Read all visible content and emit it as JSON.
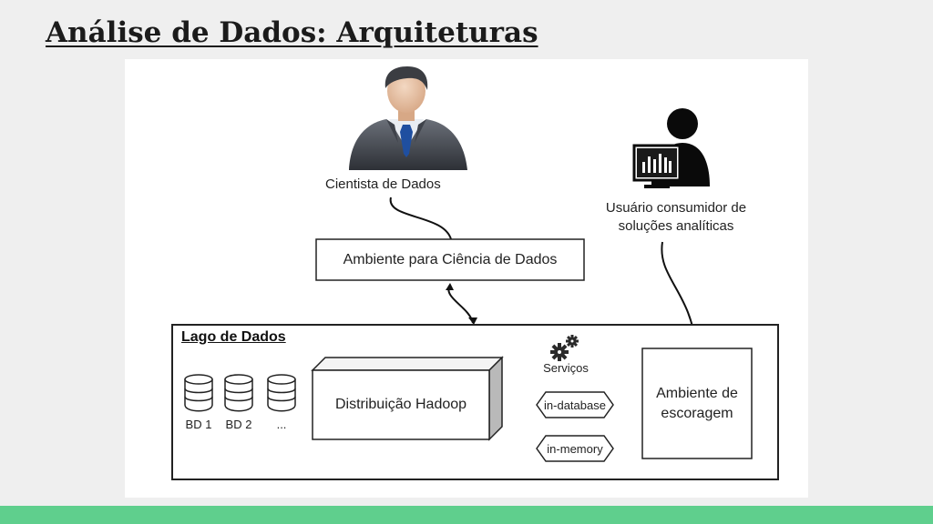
{
  "slide": {
    "title": "Análise de Dados: Arquiteturas"
  },
  "diagram": {
    "data_scientist_label": "Cientista de Dados",
    "consumer_label_line1": "Usuário consumidor de",
    "consumer_label_line2": "soluções analíticas",
    "data_science_env_label": "Ambiente para Ciência de Dados",
    "data_lake_label": "Lago de Dados",
    "databases": [
      "BD 1",
      "BD 2",
      "..."
    ],
    "hadoop_label": "Distribuição Hadoop",
    "services_label": "Serviços",
    "service_items": [
      "in-database",
      "in-memory"
    ],
    "staging_label_line1": "Ambiente de",
    "staging_label_line2": "escoragem"
  },
  "colors": {
    "footer": "#5fcf8d",
    "background": "#efefef",
    "diagram_bg": "#ffffff"
  }
}
